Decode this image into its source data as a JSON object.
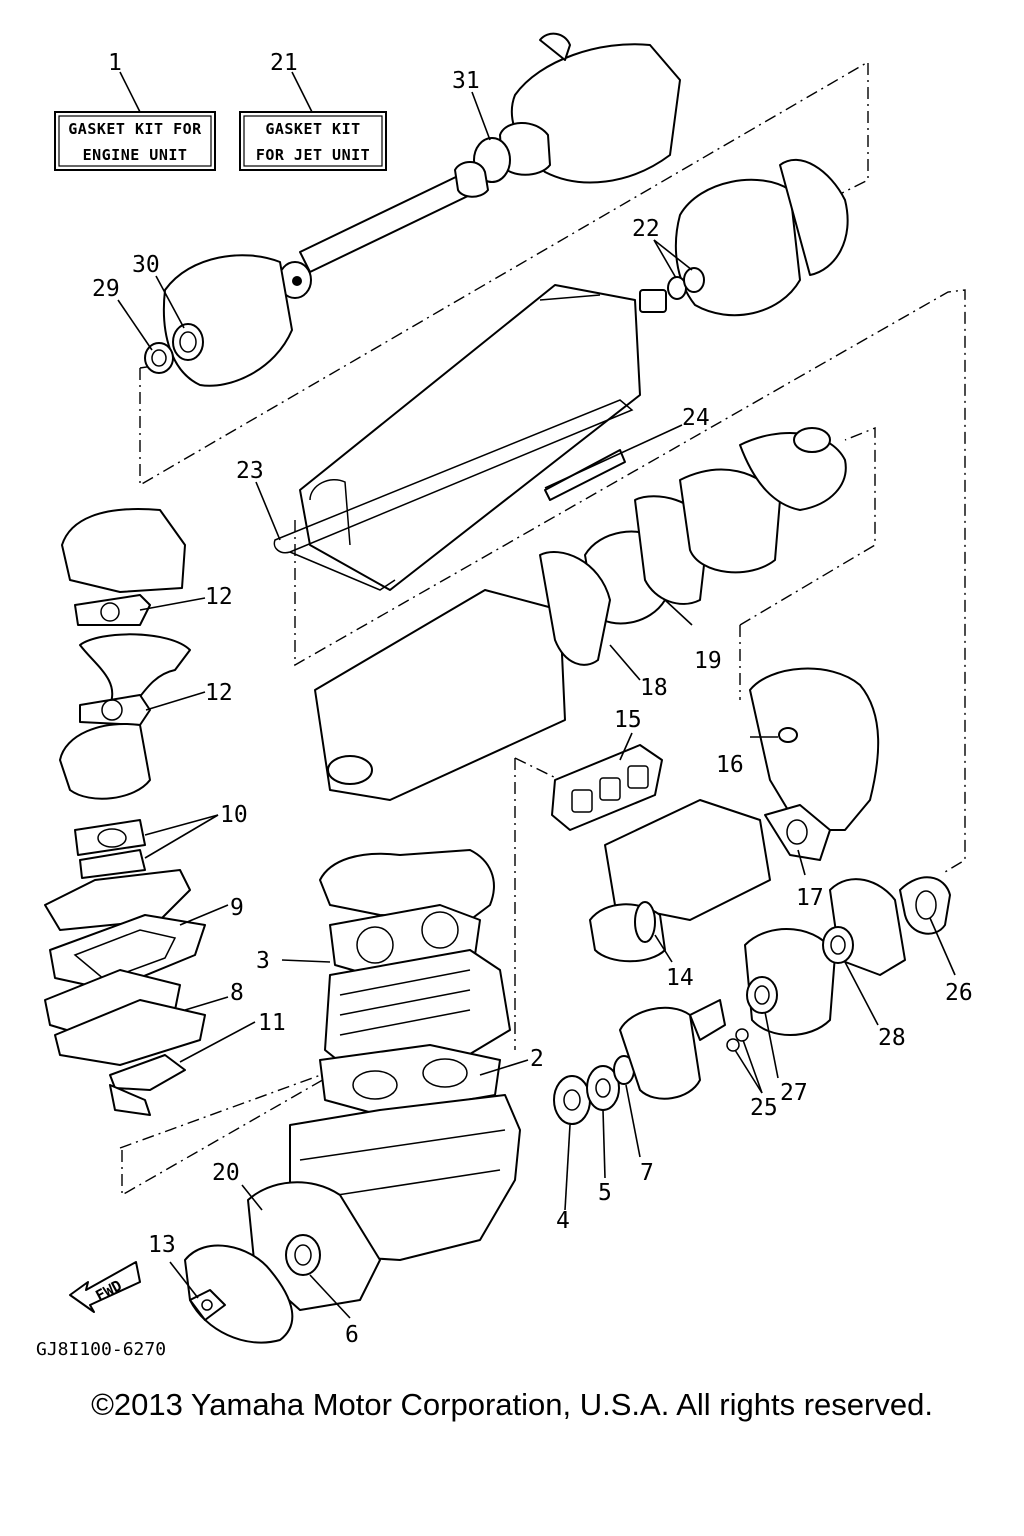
{
  "kits": [
    {
      "callout": "1",
      "line1": "GASKET KIT FOR",
      "line2": "ENGINE UNIT"
    },
    {
      "callout": "21",
      "line1": "GASKET KIT",
      "line2": "FOR JET UNIT"
    }
  ],
  "callouts": [
    "31",
    "22",
    "30",
    "29",
    "24",
    "23",
    "12",
    "12",
    "19",
    "18",
    "15",
    "16",
    "10",
    "17",
    "9",
    "3",
    "26",
    "14",
    "8",
    "28",
    "11",
    "2",
    "27",
    "25",
    "7",
    "5",
    "4",
    "20",
    "13",
    "6"
  ],
  "fwd_label": "FWD",
  "diagram_code": "GJ8I100-6270",
  "copyright": "©2013 Yamaha Motor Corporation, U.S.A. All rights reserved."
}
